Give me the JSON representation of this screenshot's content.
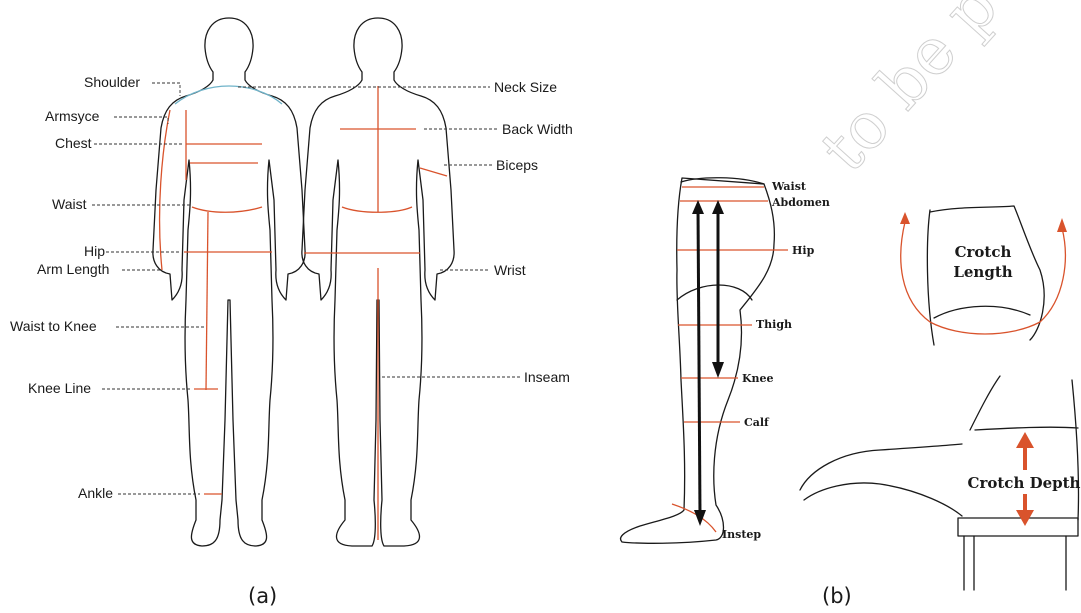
{
  "panel_a": {
    "caption": "(a)",
    "left_labels": [
      "Shoulder",
      "Armsyce",
      "Chest",
      "Waist",
      "Hip",
      "Arm Length",
      "Waist to Knee",
      "Knee Line",
      "Ankle"
    ],
    "right_labels": [
      "Neck Size",
      "Back Width",
      "Biceps",
      "Wrist",
      "Inseam"
    ]
  },
  "panel_b": {
    "caption": "(b)",
    "leg_labels": [
      "Waist",
      "Abdomen",
      "Hip",
      "Thigh",
      "Knee",
      "Calf",
      "Instep"
    ],
    "crotch_length": [
      "Crotch",
      "Length"
    ],
    "crotch_depth": "Crotch Depth"
  },
  "watermark": "to be p",
  "colors": {
    "measure": "#d9532c",
    "outline": "#1a1a1a",
    "neckline": "#6fb3c9"
  }
}
